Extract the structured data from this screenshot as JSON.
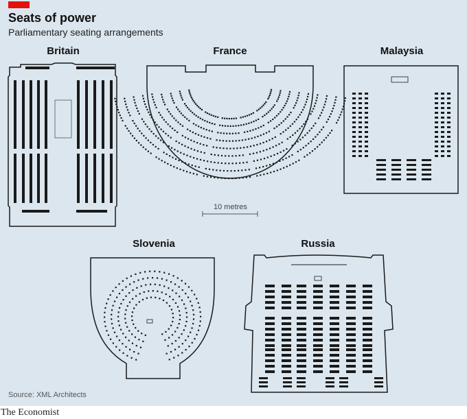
{
  "header": {
    "title": "Seats of power",
    "subtitle": "Parliamentary seating arrangements"
  },
  "plans": [
    {
      "id": "britain",
      "label": "Britain"
    },
    {
      "id": "france",
      "label": "France"
    },
    {
      "id": "malaysia",
      "label": "Malaysia"
    },
    {
      "id": "slovenia",
      "label": "Slovenia"
    },
    {
      "id": "russia",
      "label": "Russia"
    }
  ],
  "scale": {
    "label": "10 metres"
  },
  "footer": {
    "source": "Source: XML Architects",
    "brand": "The Economist"
  },
  "colors": {
    "background": "#dbe6ee",
    "accent": "#e3120b",
    "ink": "#1a1a1a"
  }
}
